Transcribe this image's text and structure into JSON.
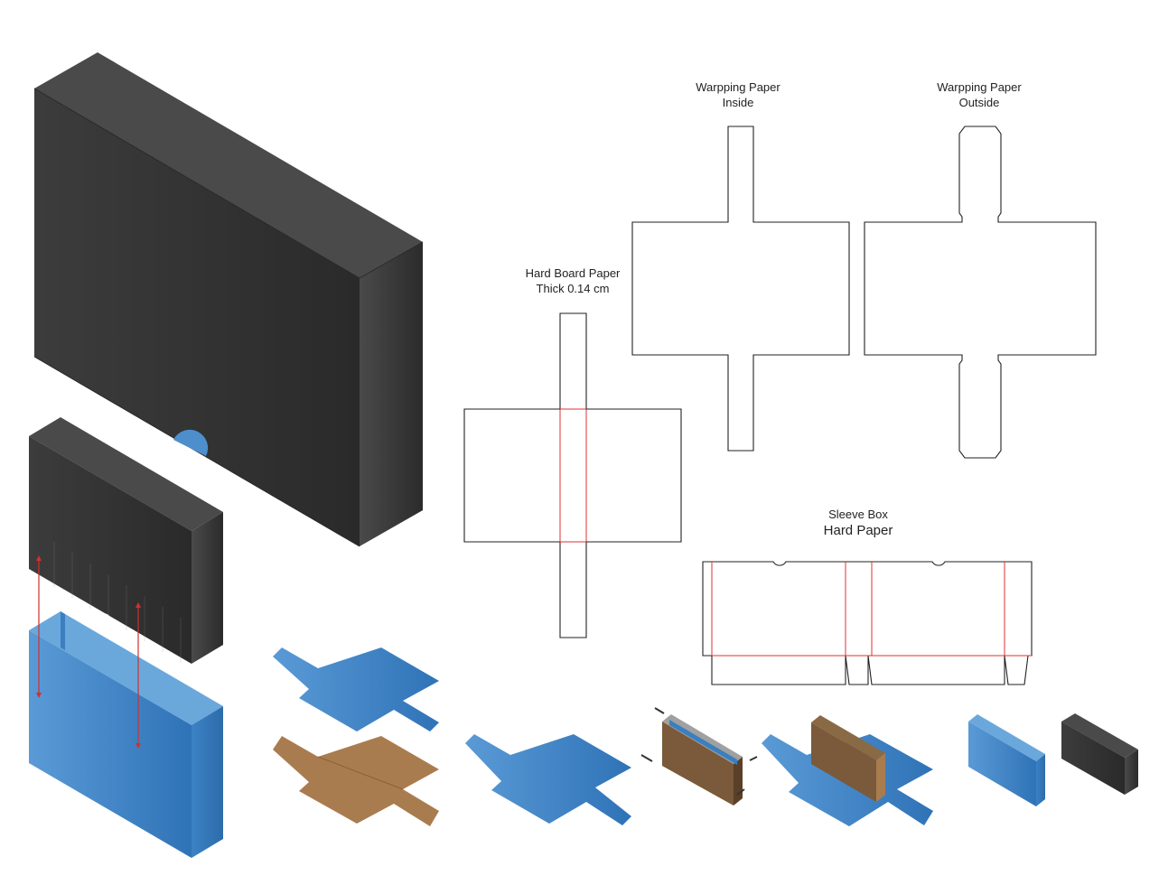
{
  "labels": {
    "inside_line1": "Warpping Paper",
    "inside_line2": "Inside",
    "outside_line1": "Warpping Paper",
    "outside_line2": "Outside",
    "board_line1": "Hard Board Paper",
    "board_line2": "Thick 0.14 cm",
    "sleeve_line1": "Sleeve Box",
    "sleeve_line2": "Hard Paper"
  },
  "colors": {
    "dark_box": "#3a3a3a",
    "blue_tray": "#4d8fcc",
    "kraft": "#a97c4f",
    "fold_line": "#e03030",
    "cut_line": "#222222",
    "arrow": "#d03030"
  }
}
